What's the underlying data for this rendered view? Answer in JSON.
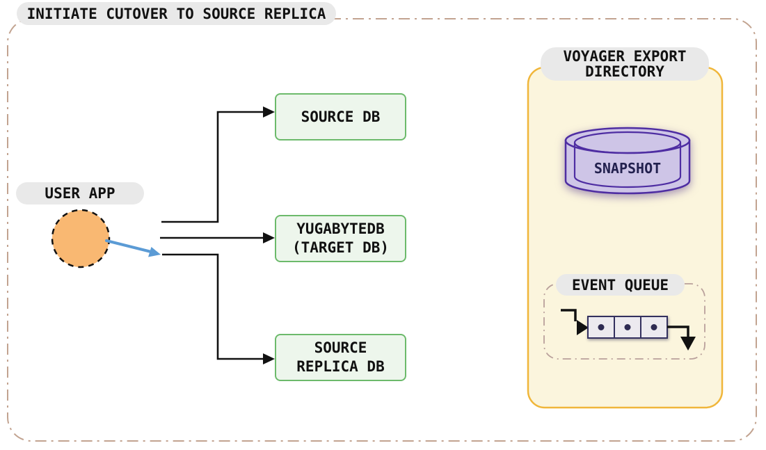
{
  "title": "INITIATE CUTOVER TO SOURCE REPLICA",
  "user_app": {
    "label": "USER APP"
  },
  "databases": {
    "source_db": {
      "label": "SOURCE DB"
    },
    "target_db": {
      "label_line1": "YUGABYTEDB",
      "label_line2": "(TARGET DB)"
    },
    "source_replica_db": {
      "label_line1": "SOURCE",
      "label_line2": "REPLICA DB"
    }
  },
  "voyager_export_directory": {
    "label_line1": "VOYAGER EXPORT",
    "label_line2": "DIRECTORY",
    "snapshot": {
      "label": "SNAPSHOT"
    },
    "event_queue": {
      "label": "EVENT QUEUE",
      "cell_count": 3
    }
  },
  "colors": {
    "outer_border": "#c2a390",
    "label_pill_bg": "#e9e9e9",
    "user_app_fill": "#f9b872",
    "db_box_fill": "#edf6ec",
    "db_box_border": "#6cba6b",
    "panel_fill": "#fbf5dd",
    "panel_border": "#f0b63a",
    "snapshot_fill": "#cec5e7",
    "snapshot_border": "#4e2da2",
    "snapshot_text": "#23214f",
    "event_queue_dash_border": "#b9a09b",
    "queue_cell_fill": "#eceaef",
    "queue_cell_border": "#33305e",
    "connector": "#111111",
    "cutover_arrow": "#5b9bd5"
  }
}
